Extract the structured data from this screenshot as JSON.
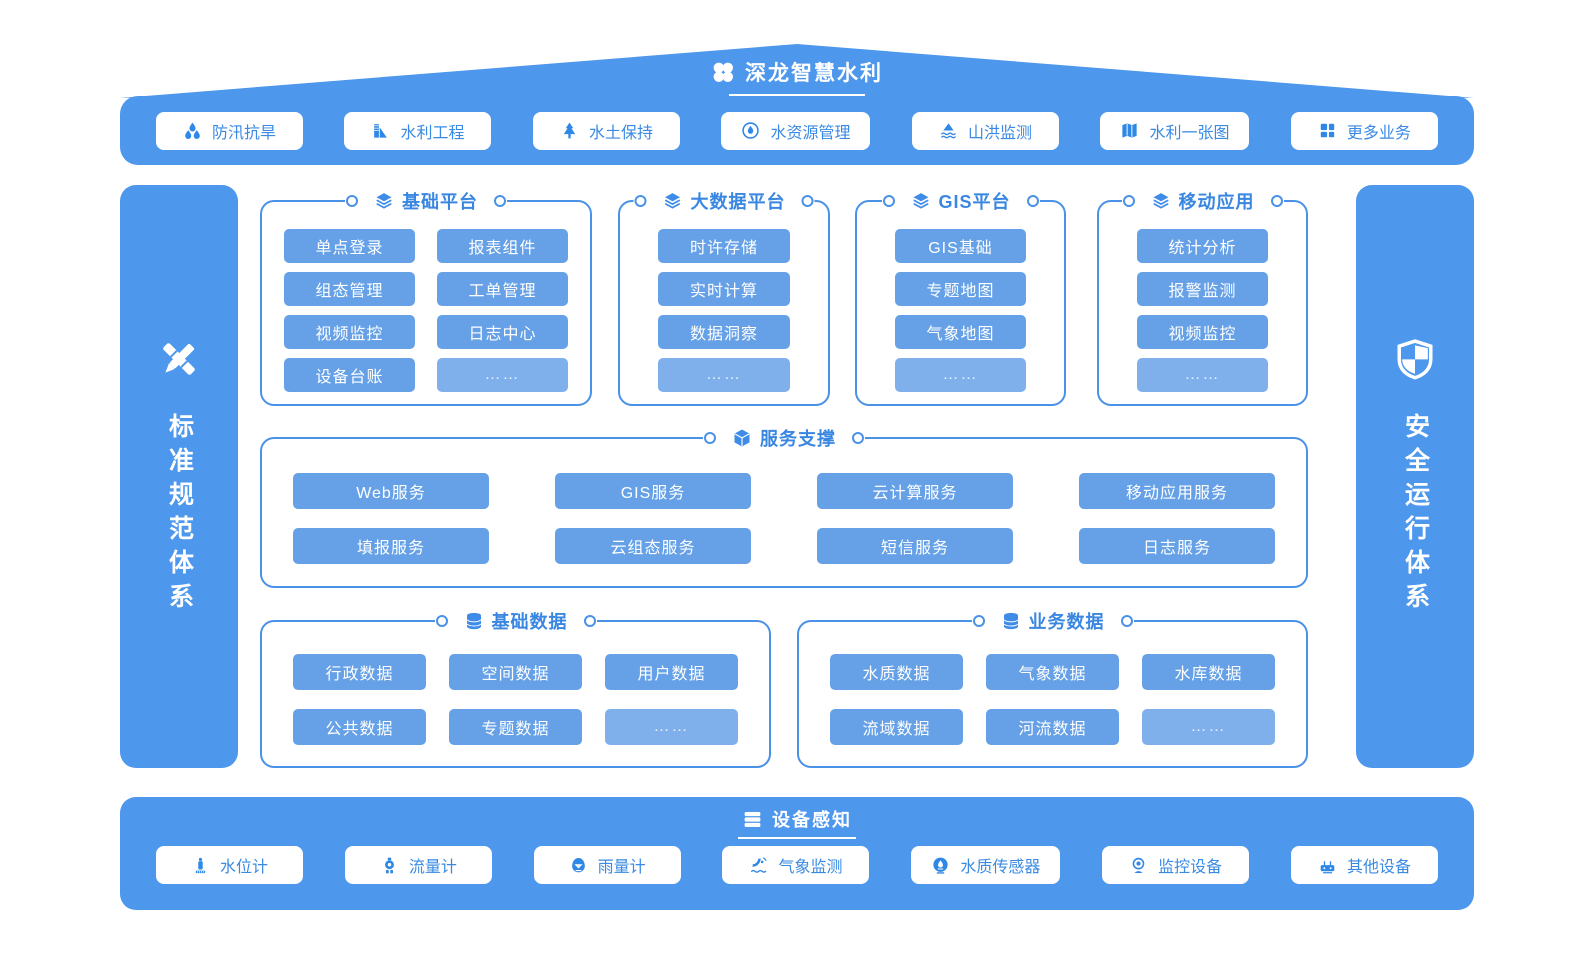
{
  "colors": {
    "primary_blue": "#4d97ed",
    "chip_blue": "#66a1e7",
    "chip_light_blue": "#7fb0ec",
    "border_blue": "#4a91e8",
    "text_blue": "#3a87e2",
    "white": "#ffffff"
  },
  "banner": {
    "icon": "clover-logo-icon",
    "title": "深龙智慧水利"
  },
  "business_bar": {
    "items": [
      {
        "icon": "flood-droplets-icon",
        "label": "防汛抗旱"
      },
      {
        "icon": "dam-icon",
        "label": "水利工程"
      },
      {
        "icon": "pine-tree-icon",
        "label": "水土保持"
      },
      {
        "icon": "water-drop-icon",
        "label": "水资源管理"
      },
      {
        "icon": "mountain-flood-icon",
        "label": "山洪监测"
      },
      {
        "icon": "map-icon",
        "label": "水利一张图"
      },
      {
        "icon": "grid-icon",
        "label": "更多业务"
      }
    ]
  },
  "left_sidebar": {
    "icon": "ruler-pencil-icon",
    "label": "标准规范体系"
  },
  "right_sidebar": {
    "icon": "shield-icon",
    "label": "安全运行体系"
  },
  "platform_groups": [
    {
      "icon": "layers-icon",
      "title": "基础平台",
      "items": [
        "单点登录",
        "报表组件",
        "组态管理",
        "工单管理",
        "视频监控",
        "日志中心",
        "设备台账",
        "……"
      ]
    },
    {
      "icon": "layers-icon",
      "title": "大数据平台",
      "items": [
        "时许存储",
        "实时计算",
        "数据洞察",
        "……"
      ]
    },
    {
      "icon": "layers-icon",
      "title": "GIS平台",
      "items": [
        "GIS基础",
        "专题地图",
        "气象地图",
        "……"
      ]
    },
    {
      "icon": "layers-icon",
      "title": "移动应用",
      "items": [
        "统计分析",
        "报警监测",
        "视频监控",
        "……"
      ]
    }
  ],
  "service_group": {
    "icon": "cube-icon",
    "title": "服务支撑",
    "items": [
      "Web服务",
      "GIS服务",
      "云计算服务",
      "移动应用服务",
      "填报服务",
      "云组态服务",
      "短信服务",
      "日志服务"
    ]
  },
  "data_groups": [
    {
      "icon": "database-icon",
      "title": "基础数据",
      "items": [
        "行政数据",
        "空间数据",
        "用户数据",
        "公共数据",
        "专题数据",
        "……"
      ]
    },
    {
      "icon": "database-icon",
      "title": "业务数据",
      "items": [
        "水质数据",
        "气象数据",
        "水库数据",
        "流域数据",
        "河流数据",
        "……"
      ]
    }
  ],
  "device_bar": {
    "icon": "server-icon",
    "title": "设备感知",
    "items": [
      {
        "icon": "water-level-gauge-icon",
        "label": "水位计"
      },
      {
        "icon": "flow-meter-icon",
        "label": "流量计"
      },
      {
        "icon": "rain-gauge-icon",
        "label": "雨量计"
      },
      {
        "icon": "weather-monitor-icon",
        "label": "气象监测"
      },
      {
        "icon": "water-quality-sensor-icon",
        "label": "水质传感器"
      },
      {
        "icon": "camera-icon",
        "label": "监控设备"
      },
      {
        "icon": "other-device-icon",
        "label": "其他设备"
      }
    ]
  }
}
